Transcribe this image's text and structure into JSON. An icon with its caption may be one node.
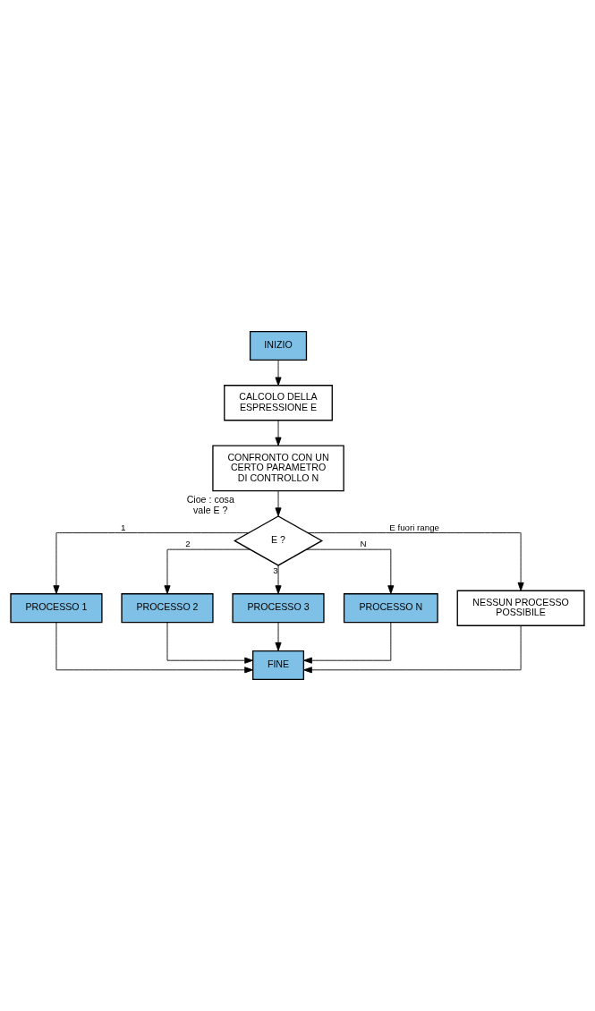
{
  "diagram": {
    "nodes": [
      {
        "text": [
          "INIZIO"
        ]
      },
      {
        "text": [
          "CALCOLO DELLA ESPRESSIONE E"
        ]
      },
      {
        "text": [
          "CONFRONTO CON UN CERTO PARAMETRO DI CONTROLLO N"
        ]
      },
      {
        "text": [
          "E ?"
        ],
        "beside": [
          "Cioe : cosa vale E ?"
        ]
      },
      {
        "text": [
          "PROCESSO 1"
        ]
      },
      {
        "text": [
          "PROCESSO 2"
        ]
      },
      {
        "text": [
          "PROCESSO 3"
        ]
      },
      {
        "text": [
          "PROCESSO N"
        ]
      },
      {
        "text": [
          "NESSUN PROCESSO POSSIBILE"
        ]
      },
      {
        "text": [
          "FINE"
        ]
      }
    ],
    "edges": [
      {
        "from": 0,
        "to": 1,
        "arrow": "to"
      },
      {
        "from": 1,
        "to": 2,
        "arrow": "to"
      },
      {
        "from": 2,
        "to": 3,
        "arrow": "to"
      },
      {
        "from": 3,
        "to": 4,
        "arrow": "to",
        "label": "1"
      },
      {
        "from": 3,
        "to": 5,
        "arrow": "to",
        "label": "2"
      },
      {
        "from": 3,
        "to": 6,
        "arrow": "to",
        "label": "3"
      },
      {
        "from": 3,
        "to": 7,
        "arrow": "to",
        "label": "N"
      },
      {
        "from": 3,
        "to": 8,
        "arrow": "to",
        "label": "E fuori range"
      },
      {
        "from": 8,
        "to": 9,
        "arrow": "to"
      },
      {
        "from": 4,
        "to": 9,
        "arrow": "to"
      },
      {
        "from": 5,
        "to": 9,
        "arrow": "to"
      },
      {
        "from": 6,
        "to": 9,
        "arrow": "to"
      },
      {
        "from": 7,
        "to": 9,
        "arrow": "to"
      }
    ]
  }
}
